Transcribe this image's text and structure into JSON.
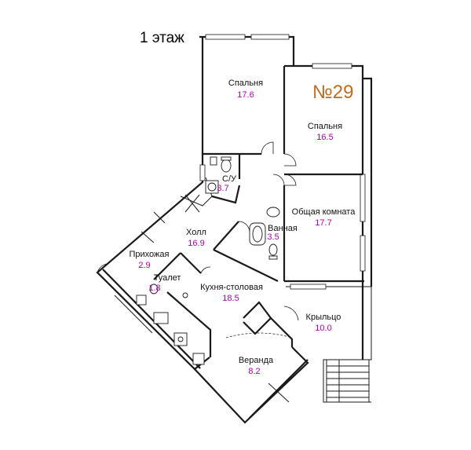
{
  "floor_label": "1 этаж",
  "apartment_number": "№29",
  "colors": {
    "area": "#b100b1",
    "apartment_number": "#c46a1c",
    "walls": "#1a1a1a"
  },
  "rooms": {
    "bedroom1": {
      "name": "Спальня",
      "area": "17.6"
    },
    "bedroom2": {
      "name": "Спальня",
      "area": "16.5"
    },
    "wc_combined": {
      "name": "С/У",
      "area": "3.7"
    },
    "living": {
      "name": "Общая комната",
      "area": "17.7"
    },
    "hall": {
      "name": "Холл",
      "area": "16.9"
    },
    "bathroom": {
      "name": "Ванная",
      "area": "3.5"
    },
    "entrance": {
      "name": "Прихожая",
      "area": "2.9"
    },
    "toilet": {
      "name": "Туалет",
      "area": "1.8"
    },
    "kitchen": {
      "name": "Кухня-столовая",
      "area": "18.5"
    },
    "porch": {
      "name": "Крыльцо",
      "area": "10.0"
    },
    "veranda": {
      "name": "Веранда",
      "area": "8.2"
    }
  }
}
